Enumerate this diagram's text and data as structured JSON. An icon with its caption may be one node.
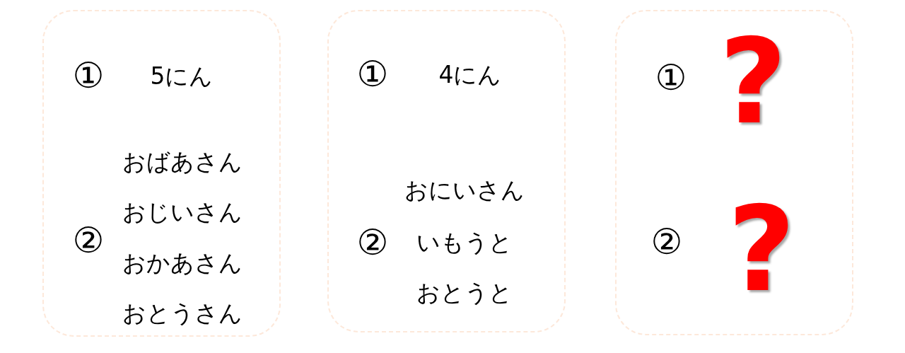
{
  "diagram": {
    "nodes": [
      {
        "text": [
          "①",
          "5にん",
          "②",
          "おばあさん",
          "おじいさん",
          "おかあさん",
          "おとうさん"
        ]
      },
      {
        "text": [
          "①",
          "4にん",
          "②",
          "おにいさん",
          "いもうと",
          "おとうと"
        ]
      },
      {
        "text": [
          "①",
          "?",
          "②",
          "?"
        ]
      }
    ]
  }
}
